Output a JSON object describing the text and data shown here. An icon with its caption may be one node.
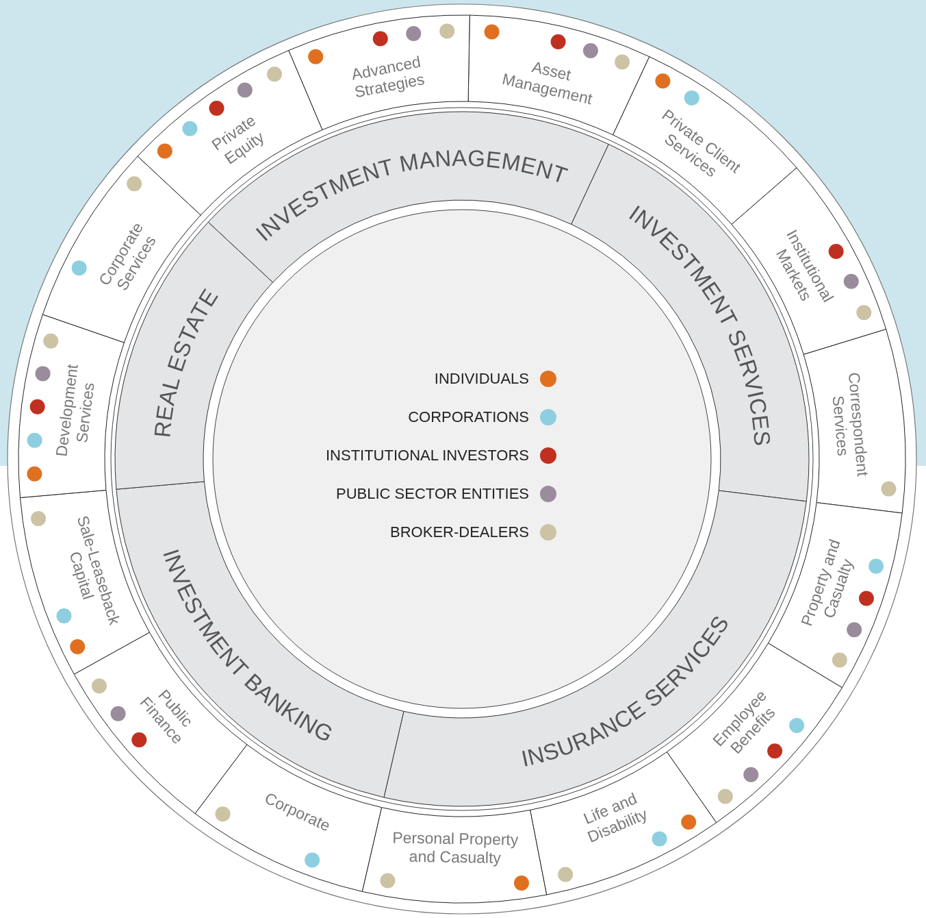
{
  "diagram": {
    "nodes": [
      {
        "text": [
          "INVESTMENT MANAGEMENT"
        ]
      },
      {
        "text": [
          "INVESTMENT SERVICES"
        ]
      },
      {
        "text": [
          "INSURANCE SERVICES"
        ]
      },
      {
        "text": [
          "INVESTMENT BANKING"
        ]
      },
      {
        "text": [
          "REAL ESTATE"
        ]
      },
      {
        "text": [
          "Asset Management"
        ]
      },
      {
        "text": [
          "Private Client Services"
        ]
      },
      {
        "text": [
          "Institutional Markets"
        ]
      },
      {
        "text": [
          "Correspondent Services"
        ]
      },
      {
        "text": [
          "Property and Casualty"
        ]
      },
      {
        "text": [
          "Employee Benefits"
        ]
      },
      {
        "text": [
          "Life and Disability"
        ]
      },
      {
        "text": [
          "Personal Property and Casualty"
        ]
      },
      {
        "text": [
          "Corporate"
        ]
      },
      {
        "text": [
          "Public Finance"
        ]
      },
      {
        "text": [
          "Sale-Leaseback Capital"
        ]
      },
      {
        "text": [
          "Development Services"
        ]
      },
      {
        "text": [
          "Corporate Services"
        ]
      },
      {
        "text": [
          "Private Equity"
        ]
      },
      {
        "text": [
          "Advanced Strategies"
        ]
      }
    ],
    "legend": [
      {
        "text": "INDIVIDUALS",
        "color": "#e07020"
      },
      {
        "text": "CORPORATIONS",
        "color": "#8dcfe0"
      },
      {
        "text": "INSTITUTIONAL INVESTORS",
        "color": "#c03020"
      },
      {
        "text": "PUBLIC SECTOR ENTITIES",
        "color": "#9a8c9c"
      },
      {
        "text": "BROKER-DEALERS",
        "color": "#cbc3a3"
      }
    ]
  }
}
